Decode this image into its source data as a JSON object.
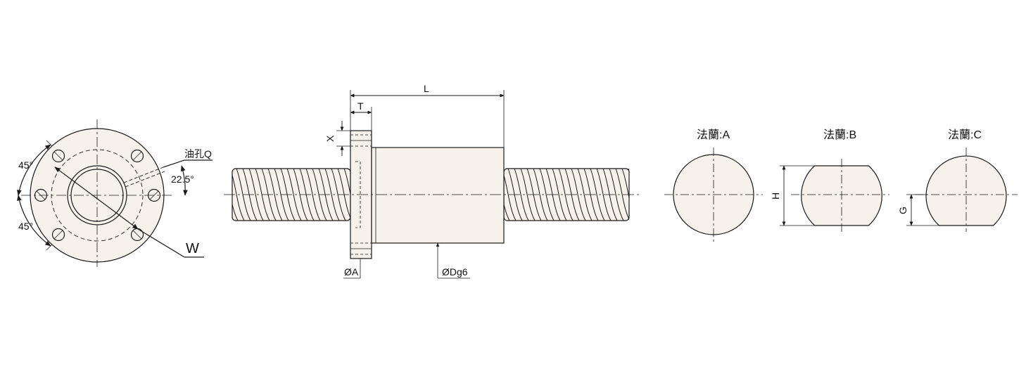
{
  "flange_view": {
    "angle_upper": "45°",
    "angle_lower": "45°",
    "angle_oil": "22.5°",
    "oil_hole": "油孔Q",
    "width_label": "W"
  },
  "side_view": {
    "length_label": "L",
    "thickness_label": "T",
    "offset_label": "X",
    "flange_dia_label": "ØA",
    "body_dia_label": "ØDg6"
  },
  "flange_types": [
    {
      "title": "法蘭:A"
    },
    {
      "title": "法蘭:B",
      "dim": "H"
    },
    {
      "title": "法蘭:C",
      "dim": "G"
    }
  ],
  "colors": {
    "stroke": "#1a1a1a",
    "fill": "#f6f1ea"
  }
}
